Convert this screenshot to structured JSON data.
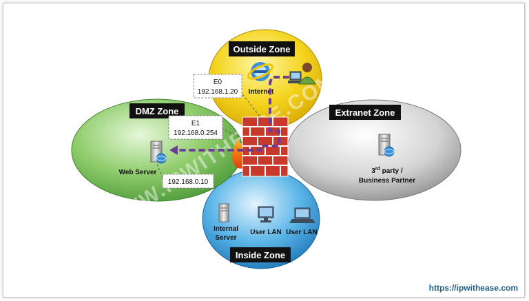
{
  "zones": {
    "outside": {
      "title": "Outside Zone",
      "color": "#f2d21a"
    },
    "dmz": {
      "title": "DMZ Zone",
      "color": "#86c16a"
    },
    "extranet": {
      "title": "Extranet Zone",
      "color": "#c9c9c9"
    },
    "inside": {
      "title": "Inside Zone",
      "color": "#4ca8de"
    }
  },
  "devices": {
    "internet": "Internet",
    "web_server": "Web Server",
    "partner_line1": "3",
    "partner_sup": "rd",
    "partner_line1_rest": " party /",
    "partner_line2": "Business Partner",
    "internal_server_line1": "Internal",
    "internal_server_line2": "Server",
    "user_lan_1": "User LAN",
    "user_lan_2": "User LAN"
  },
  "interfaces": {
    "e0": {
      "name": "E0",
      "ip": "192.168.1.20"
    },
    "e1": {
      "name": "E1",
      "ip": "192.168.0.254"
    },
    "web_ip": "192.168.0.10"
  },
  "watermark": "WWW.IPWITHEASE.COM",
  "footer_url": "https://ipwithease.com",
  "colors": {
    "path": "#6a3d9a",
    "footer": "#1f5f8b",
    "firewall_brick": "#c6392b"
  }
}
